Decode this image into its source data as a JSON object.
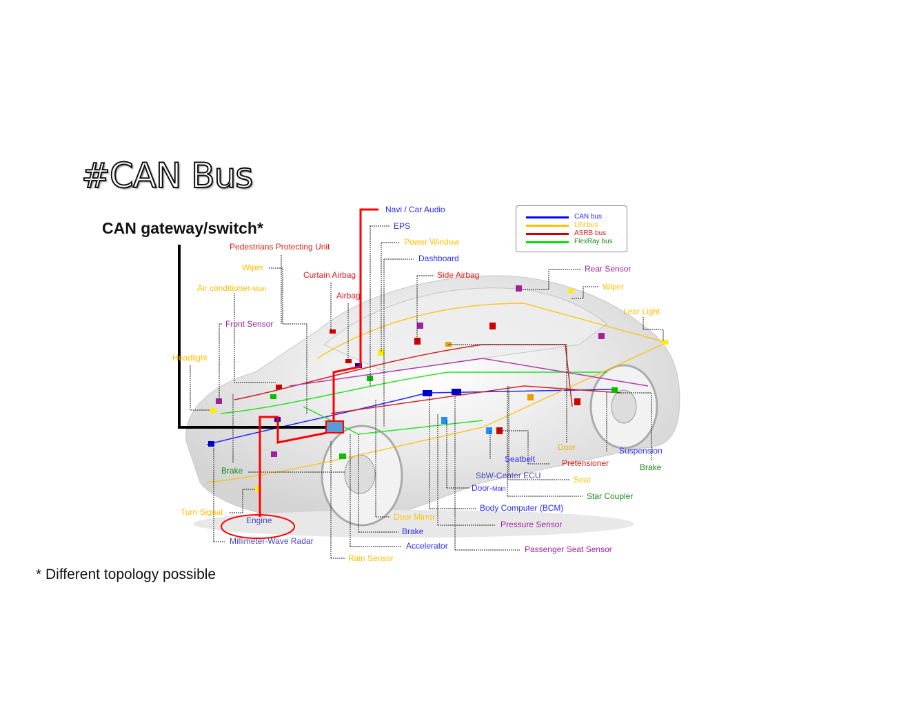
{
  "slide": {
    "title": "#CAN Bus",
    "subtitle": "CAN gateway/switch*",
    "footnote": "* Different topology possible"
  },
  "legend": [
    {
      "label": "CAN bus",
      "color": "#0000ff"
    },
    {
      "label": "LIN bus",
      "color": "#ffc000"
    },
    {
      "label": "ASRB bus",
      "color": "#cc0000"
    },
    {
      "label": "FlexRay bus",
      "color": "#00e000"
    }
  ],
  "labels": [
    {
      "text": "Navi / Car Audio"
    },
    {
      "text": "EPS"
    },
    {
      "text": "Power Window"
    },
    {
      "text": "Dashboard"
    },
    {
      "text": "Side Airbag"
    },
    {
      "text": "Pedestrians Protecting Unit"
    },
    {
      "text": "Wiper"
    },
    {
      "text": "Curtain Airbag"
    },
    {
      "text": "Air conditioner-",
      "suffix": "Main"
    },
    {
      "text": "Airbag"
    },
    {
      "text": "Front Sensor"
    },
    {
      "text": "Headlight"
    },
    {
      "text": "Rear Sensor"
    },
    {
      "text": "Wiper"
    },
    {
      "text": "Lear Light"
    },
    {
      "text": "Door"
    },
    {
      "text": "Suspension"
    },
    {
      "text": "Seatbelt"
    },
    {
      "text": "Pretensioner"
    },
    {
      "text": "Brake"
    },
    {
      "text": "SbW-Center ECU"
    },
    {
      "text": "Seat"
    },
    {
      "text": "Door-",
      "suffix": "Main"
    },
    {
      "text": "Star Coupler"
    },
    {
      "text": "Body Computer (BCM)"
    },
    {
      "text": "Door  Mirror"
    },
    {
      "text": "Pressure Sensor"
    },
    {
      "text": "Brake"
    },
    {
      "text": "Accelerator"
    },
    {
      "text": "Passenger Seat Sensor"
    },
    {
      "text": "Rain Sensor"
    },
    {
      "text": "Brake"
    },
    {
      "text": "Turn Signal"
    },
    {
      "text": "Engine"
    },
    {
      "text": "Millimeter-Wave Radar"
    }
  ]
}
